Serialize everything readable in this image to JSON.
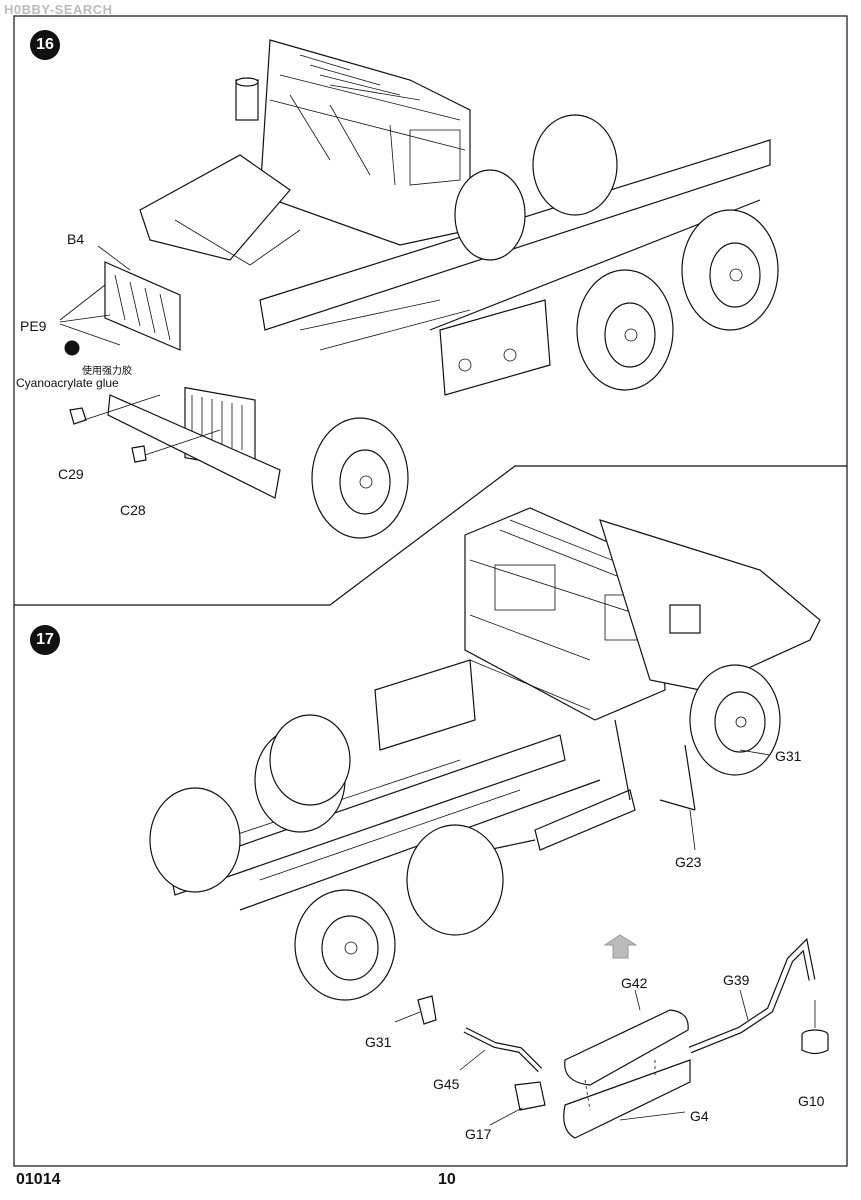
{
  "watermark": "H0BBY-SEARCH",
  "steps": {
    "step16": {
      "number": "16"
    },
    "step17": {
      "number": "17"
    }
  },
  "labels16": {
    "b4": "B4",
    "pe9": "PE9",
    "glue_cn": "使用强力胶",
    "glue_en": "Cyanoacrylate glue",
    "c29": "C29",
    "c28": "C28"
  },
  "labels17": {
    "g31_top": "G31",
    "g23": "G23",
    "g42": "G42",
    "g39": "G39",
    "g31": "G31",
    "g45": "G45",
    "g10": "G10",
    "g4": "G4",
    "g17": "G17"
  },
  "footer": {
    "code": "01014",
    "page": "10"
  }
}
